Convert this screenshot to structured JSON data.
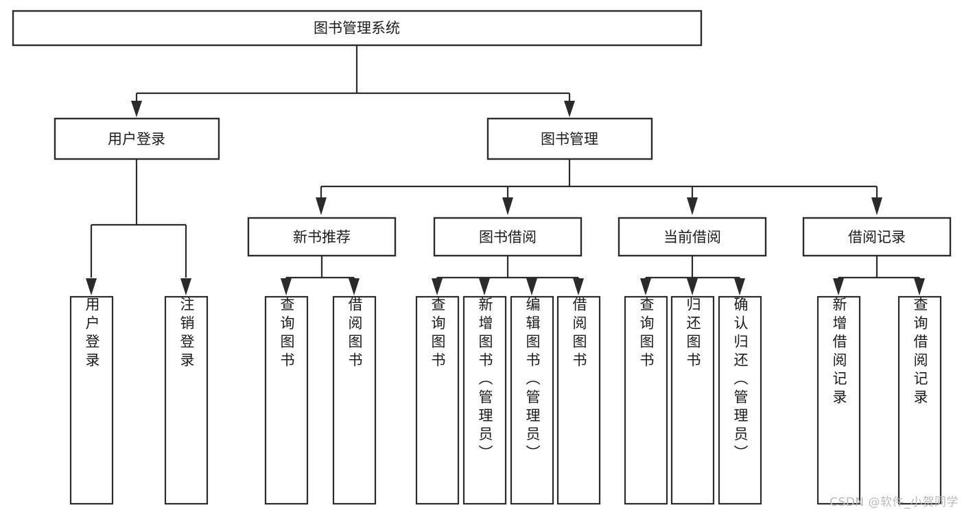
{
  "diagram": {
    "type": "tree-hierarchy",
    "title": "图书管理系统",
    "orientation": "top-down",
    "colors": {
      "box_stroke": "#2b2b2b",
      "box_fill": "#ffffff",
      "text": "#1b1b1b",
      "background": "#ffffff",
      "watermark": "#b9b9b9"
    },
    "levels": {
      "root": {
        "label": "图书管理系统"
      },
      "level2": [
        {
          "label": "用户登录"
        },
        {
          "label": "图书管理"
        }
      ],
      "level3": [
        {
          "label": "新书推荐"
        },
        {
          "label": "图书借阅"
        },
        {
          "label": "当前借阅"
        },
        {
          "label": "借阅记录"
        }
      ],
      "leaves": [
        {
          "label": "用户登录",
          "parent": "用户登录"
        },
        {
          "label": "注销登录",
          "parent": "用户登录"
        },
        {
          "label": "查询图书",
          "parent": "新书推荐"
        },
        {
          "label": "借阅图书",
          "parent": "新书推荐"
        },
        {
          "label": "查询图书",
          "parent": "图书借阅"
        },
        {
          "label": "新增图书（管理员）",
          "parent": "图书借阅"
        },
        {
          "label": "编辑图书（管理员）",
          "parent": "图书借阅"
        },
        {
          "label": "借阅图书",
          "parent": "图书借阅"
        },
        {
          "label": "查询图书",
          "parent": "当前借阅"
        },
        {
          "label": "归还图书",
          "parent": "当前借阅"
        },
        {
          "label": "确认归还（管理员）",
          "parent": "当前借阅"
        },
        {
          "label": "新增借阅记录",
          "parent": "借阅记录"
        },
        {
          "label": "查询借阅记录",
          "parent": "借阅记录"
        }
      ]
    }
  },
  "watermark": {
    "text": "CSDN @软件_小贺同学"
  }
}
